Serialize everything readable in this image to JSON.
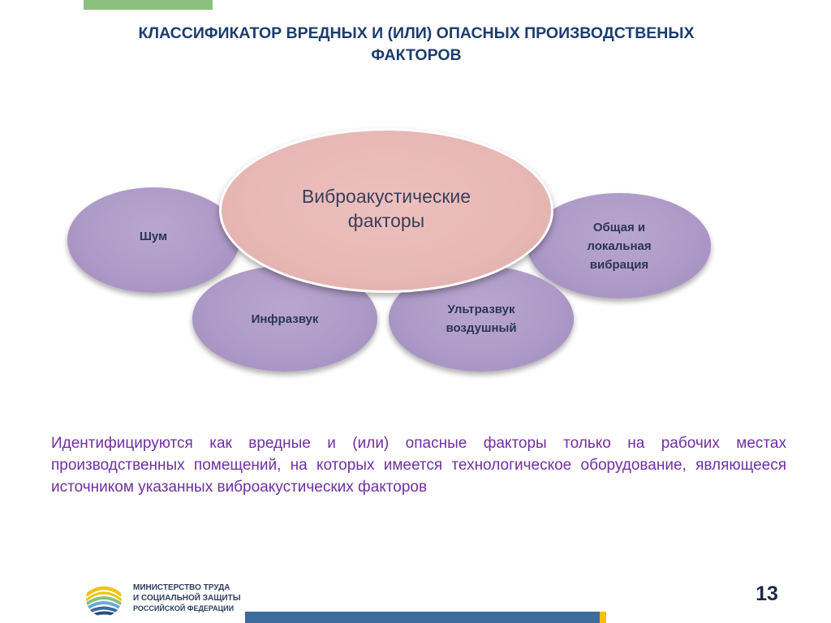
{
  "title": {
    "line1": "КЛАССИФИКАТОР ВРЕДНЫХ И (ИЛИ) ОПАСНЫХ ПРОИЗВОДСТВЕНЫХ",
    "line2": "ФАКТОРОВ"
  },
  "diagram": {
    "center": "Виброакустические\nфакторы",
    "nodes": {
      "noise": "Шум",
      "infrasound": "Инфразвук",
      "ultrasound": "Ультразвук\nвоздушный",
      "vibration": "Общая и\nлокальная\nвибрация"
    }
  },
  "note": "Идентифицируются как вредные и (или) опасные факторы только на рабочих местах производственных помещений, на которых имеется технологическое оборудование, являющееся  источником указанных виброакустических факторов",
  "footer": {
    "org_line1": "МИНИСТЕРСТВО ТРУДА",
    "org_line2": "И СОЦИАЛЬНОЙ ЗАЩИТЫ",
    "org_line3": "РОССИЙСКОЙ ФЕДЕРАЦИИ",
    "page_number": "13"
  },
  "colors": {
    "title": "#1d3c6e",
    "satellite": "#ad99c7",
    "center": "#e7b8b5",
    "note": "#7030a0",
    "bottom_bar": "#3d6b9c",
    "bottom_accent": "#f2c200",
    "top_bar": "#8ac07e"
  }
}
